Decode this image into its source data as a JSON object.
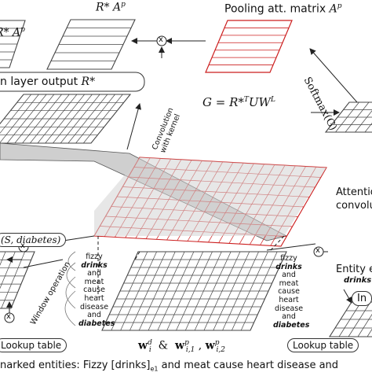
{
  "labels": {
    "top_formula": "R* A",
    "top_formula_sup": "p",
    "left_top_formula": "R* A",
    "left_top_formula_sup": "p",
    "pooling_title": "Pooling att. matrix ",
    "pooling_symbol": "A",
    "pooling_symbol_sup": "p",
    "softmax": "Softmax(G)",
    "layer_output": "n layer output  ",
    "layer_output_symbol": "R*",
    "g_formula": "G = R*",
    "g_formula_sup": "T",
    "g_formula_rest": "UW",
    "g_formula_sup2": "L",
    "convolution_line1": "Convolution",
    "convolution_line2": "with kernel",
    "attention_1": "Attentio",
    "attention_2": "convolut",
    "s_diabetes": "(S, diabetes)",
    "window_operation": "Window operation",
    "entity": "Entity e",
    "entity_drinks": "drinks",
    "entity_in": "In",
    "lookup_left": "Lookup table",
    "lookup_right": "Lookup table",
    "bottom_sentence": "narked entities: Fizzy [drinks]",
    "bottom_sentence_sub": "e1",
    "bottom_sentence_rest": " and meat cause heart disease and",
    "w_formula_w": "w",
    "w_formula_sup_d": "d",
    "w_formula_sub_i": "i",
    "w_formula_amp": "&",
    "w_formula_sup_p": "p",
    "w_formula_sub_i1": "i,1",
    "w_formula_comma": ",",
    "w_formula_sub_i2": "i,2",
    "x_symbol": "x"
  },
  "sentence_words": [
    "fizzy",
    "drinks",
    "and",
    "meat",
    "cause",
    "heart",
    "disease",
    "and",
    "diabetes"
  ],
  "right_words": [
    "fizzy",
    "drinks",
    "and",
    "meat",
    "cause",
    "heart",
    "disease",
    "and",
    "diabetes"
  ],
  "colors": {
    "accent_red": "#cc1f1f",
    "grid_line": "#444444",
    "shade": "#cfcfcf"
  }
}
